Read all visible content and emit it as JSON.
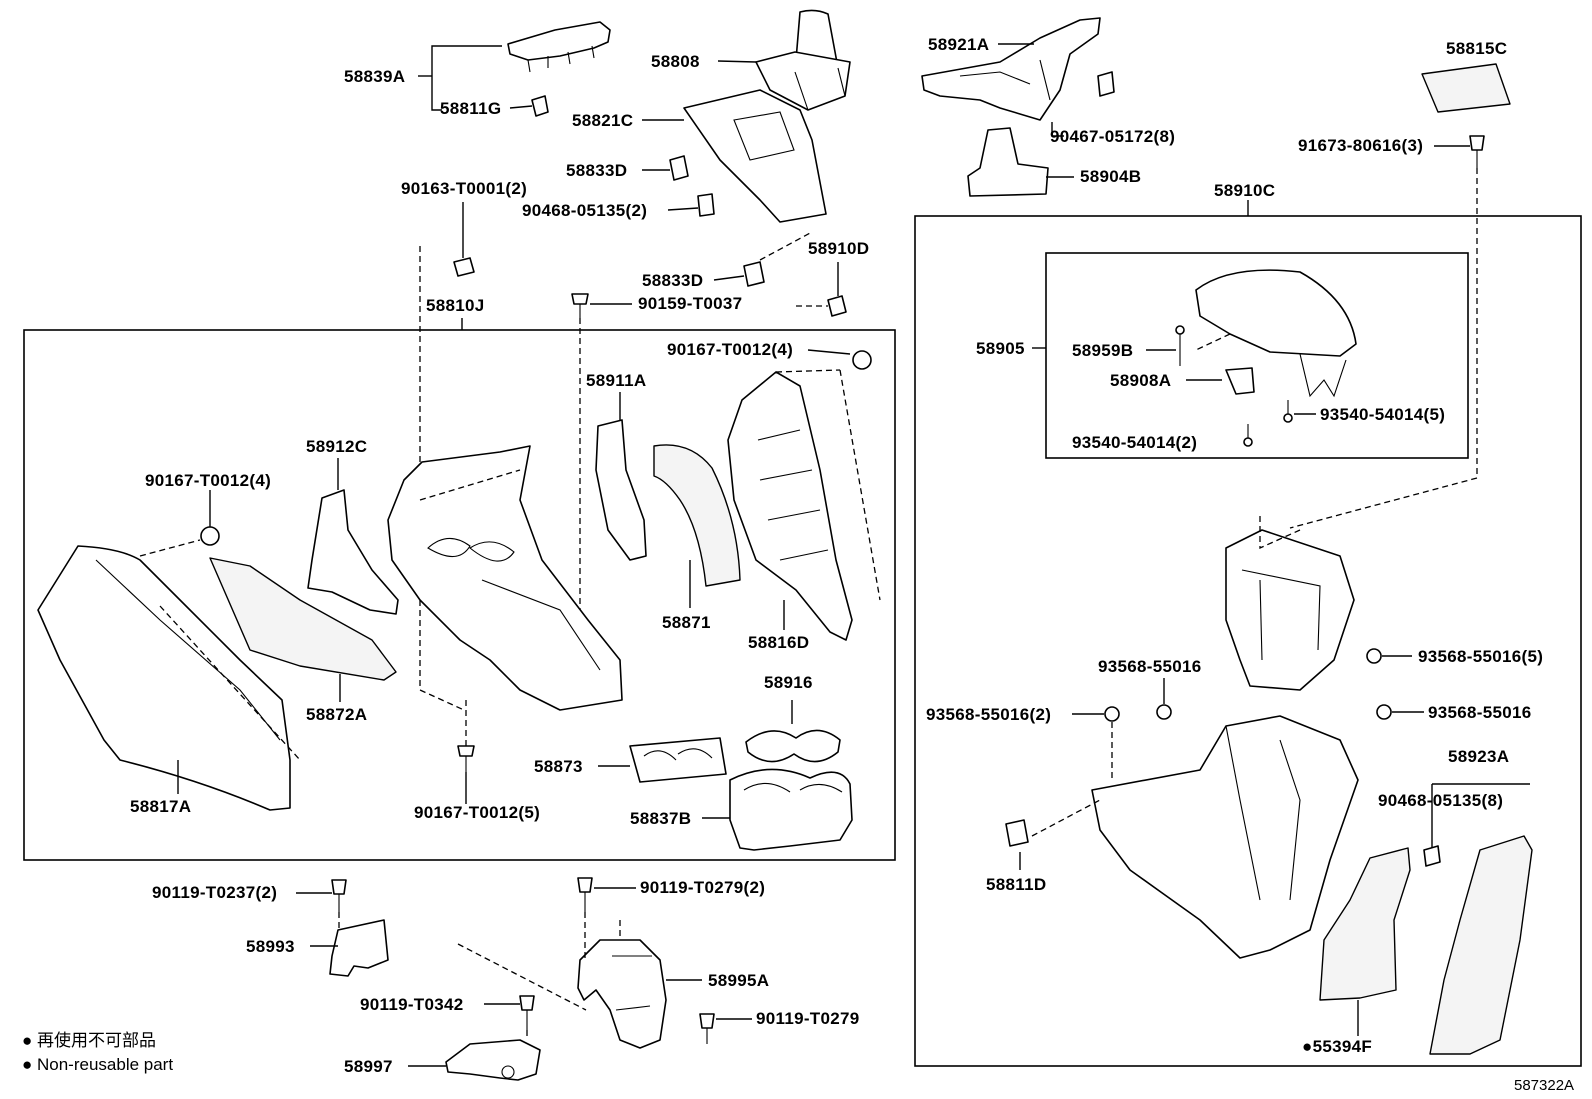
{
  "diagram_code": "587322A",
  "legend": {
    "line1": "● 再使用不可部品",
    "line2": "● Non-reusable part"
  },
  "parts": {
    "p58839A": "58839A",
    "p58811G": "58811G",
    "p58808": "58808",
    "p58821C": "58821C",
    "p58833D_a": "58833D",
    "p90468_05135_2": "90468-05135(2)",
    "p58833D_b": "58833D",
    "p90163_T0001_2": "90163-T0001(2)",
    "p58810J": "58810J",
    "p90159_T0037": "90159-T0037",
    "p58910D": "58910D",
    "p90167_T0012_4_a": "90167-T0012(4)",
    "p58911A": "58911A",
    "p58912C": "58912C",
    "p90167_T0012_4_b": "90167-T0012(4)",
    "p58871": "58871",
    "p58816D": "58816D",
    "p58916": "58916",
    "p58872A": "58872A",
    "p58873": "58873",
    "p58837B": "58837B",
    "p58817A": "58817A",
    "p90167_T0012_5": "90167-T0012(5)",
    "p90119_T0237_2": "90119-T0237(2)",
    "p58993": "58993",
    "p90119_T0279_2": "90119-T0279(2)",
    "p58995A": "58995A",
    "p90119_T0342": "90119-T0342",
    "p90119_T0279": "90119-T0279",
    "p58997": "58997",
    "p58921A": "58921A",
    "p90467_05172_8": "90467-05172(8)",
    "p58904B": "58904B",
    "p58815C": "58815C",
    "p91673_80616_3": "91673-80616(3)",
    "p58910C": "58910C",
    "p58905": "58905",
    "p58959B": "58959B",
    "p58908A": "58908A",
    "p93540_54014_5": "93540-54014(5)",
    "p93540_54014_2": "93540-54014(2)",
    "p93568_55016_5": "93568-55016(5)",
    "p93568_55016_a": "93568-55016",
    "p93568_55016_2": "93568-55016(2)",
    "p93568_55016_b": "93568-55016",
    "p58923A": "58923A",
    "p90468_05135_8": "90468-05135(8)",
    "p58811D": "58811D",
    "p55394F": "●55394F"
  }
}
